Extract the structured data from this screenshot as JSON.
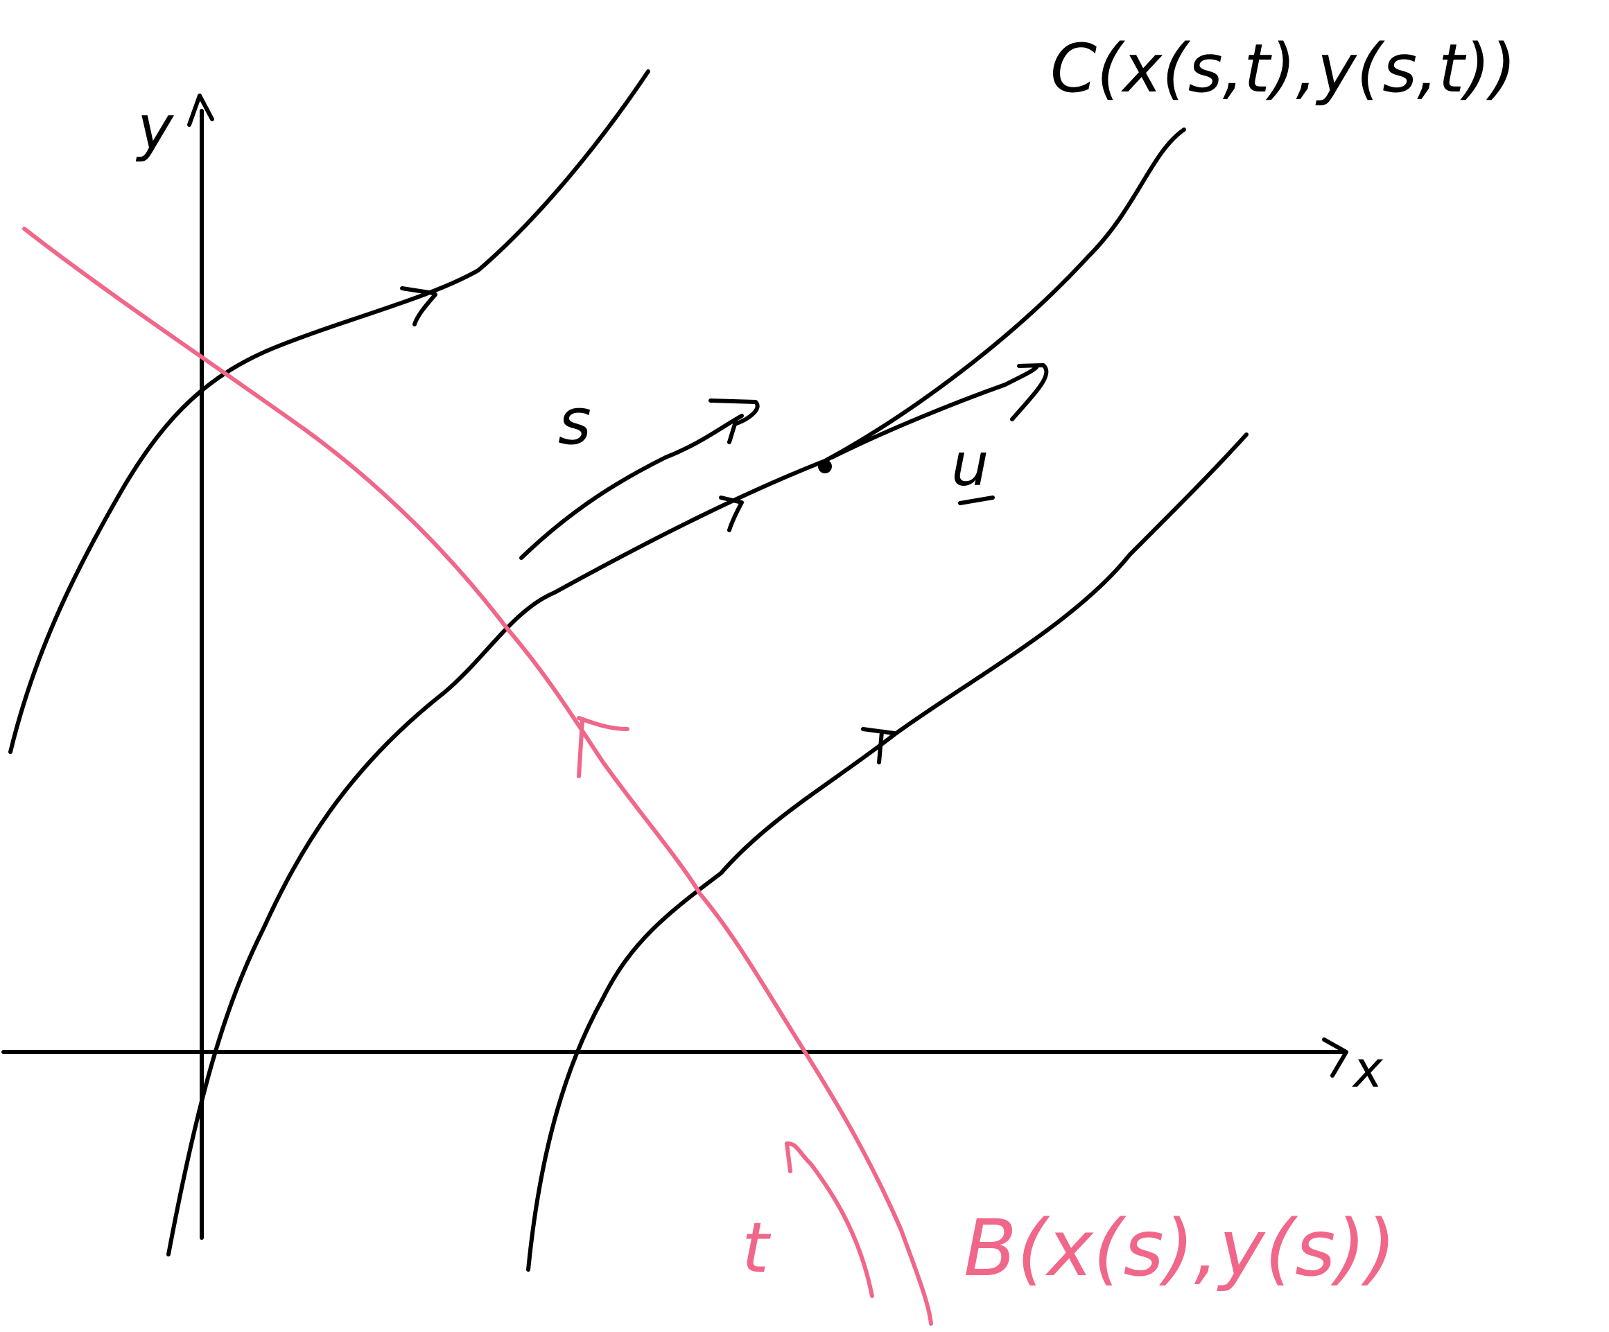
{
  "colors": {
    "ink": "#000000",
    "accent": "#F0678A",
    "background": "#FFFFFF"
  },
  "axes": {
    "x_label": "x",
    "y_label": "y"
  },
  "curves": {
    "characteristic_label": "C(x(s,t),y(s,t))",
    "initial_curve_label": "B(x(s),y(s))"
  },
  "annotations": {
    "s_label": "s",
    "t_label": "t",
    "u_label": "u"
  }
}
